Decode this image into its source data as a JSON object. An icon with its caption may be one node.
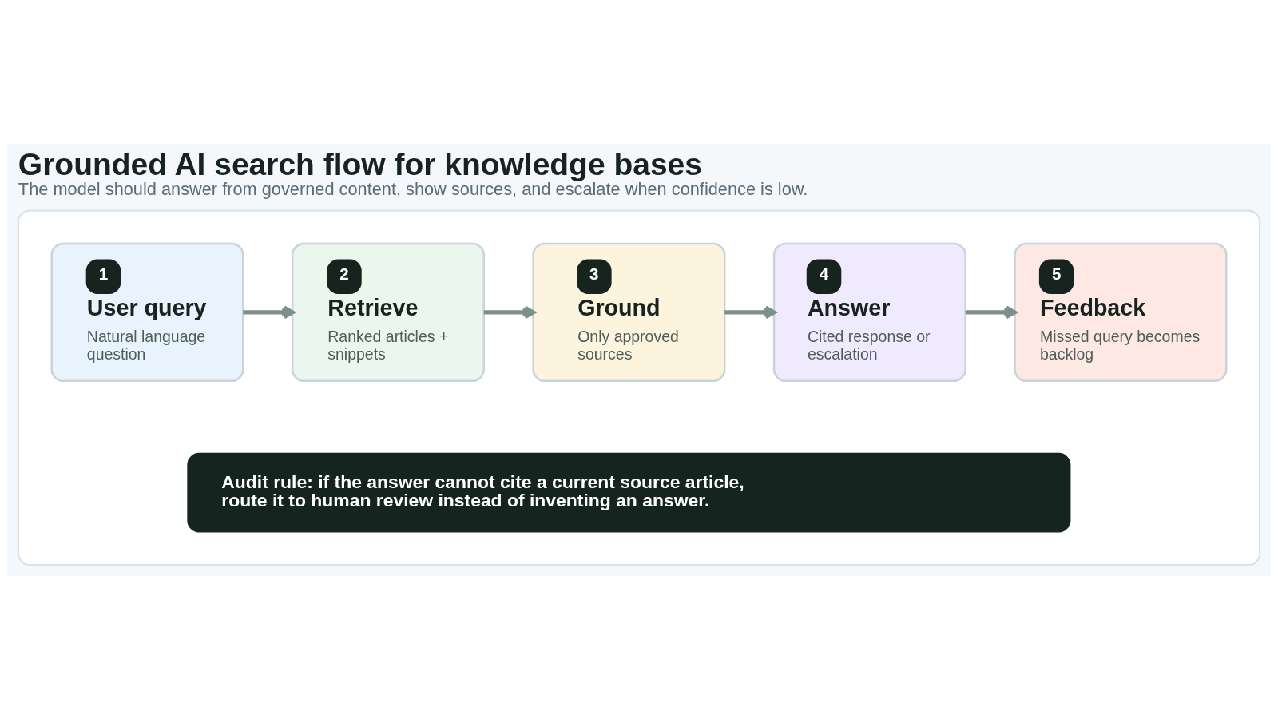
{
  "diagram": {
    "title": "Grounded AI search flow for knowledge bases",
    "caption": "The model should answer from governed content, show sources, and escalate when confidence is low.",
    "nodes": [
      {
        "text": [],
        "shape": "box"
      },
      {
        "text": [
          "1",
          "User query",
          "Natural language question"
        ],
        "in": 0
      },
      {
        "text": [
          "2",
          "Retrieve",
          "Ranked articles + snippets"
        ],
        "in": 0
      },
      {
        "text": [
          "3",
          "Ground",
          "Only approved sources"
        ],
        "in": 0
      },
      {
        "text": [
          "4",
          "Answer",
          "Cited response or escalation"
        ],
        "in": 0
      },
      {
        "text": [
          "5",
          "Feedback",
          "Missed query becomes backlog"
        ],
        "in": 0
      },
      {
        "text": [
          "Audit rule: if the answer cannot cite a current source article, route it to human review instead of inventing an answer."
        ],
        "in": 0
      }
    ],
    "edges": [
      {
        "from": 1,
        "to": 2,
        "arrow": "to"
      },
      {
        "from": 2,
        "to": 3,
        "arrow": "to"
      },
      {
        "from": 3,
        "to": 4,
        "arrow": "to"
      },
      {
        "from": 4,
        "to": 5,
        "arrow": "to"
      }
    ]
  }
}
